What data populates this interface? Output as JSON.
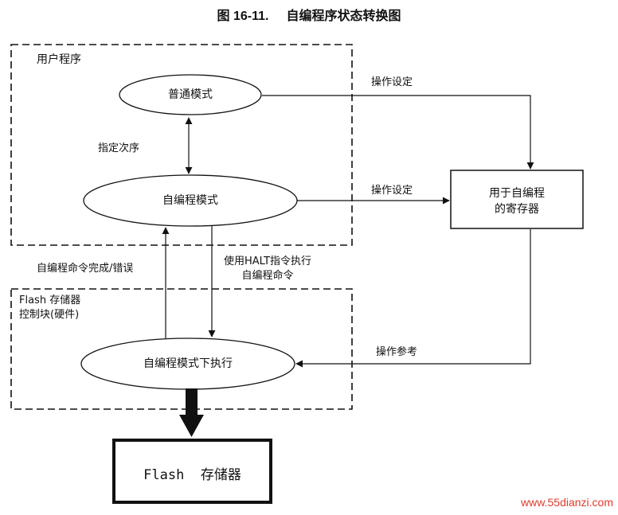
{
  "title": {
    "fig": "图 16-11.",
    "text": "自编程序状态转换图"
  },
  "groups": {
    "user_program": "用户程序",
    "flash_control_line1": "Flash 存储器",
    "flash_control_line2": "控制块(硬件)"
  },
  "nodes": {
    "normal_mode": "普通模式",
    "self_prog_mode": "自编程模式",
    "exec_mode": "自编程模式下执行",
    "register_line1": "用于自编程",
    "register_line2": "的寄存器",
    "flash_memory": "Flash  存储器"
  },
  "edges": {
    "specify_order": "指定次序",
    "op_set_1": "操作设定",
    "op_set_2": "操作设定",
    "op_ref": "操作参考",
    "cmd_done": "自编程命令完成/错误",
    "halt_line1": "使用HALT指令执行",
    "halt_line2": "自编程命令"
  },
  "watermark": "www.55dianzi.com"
}
